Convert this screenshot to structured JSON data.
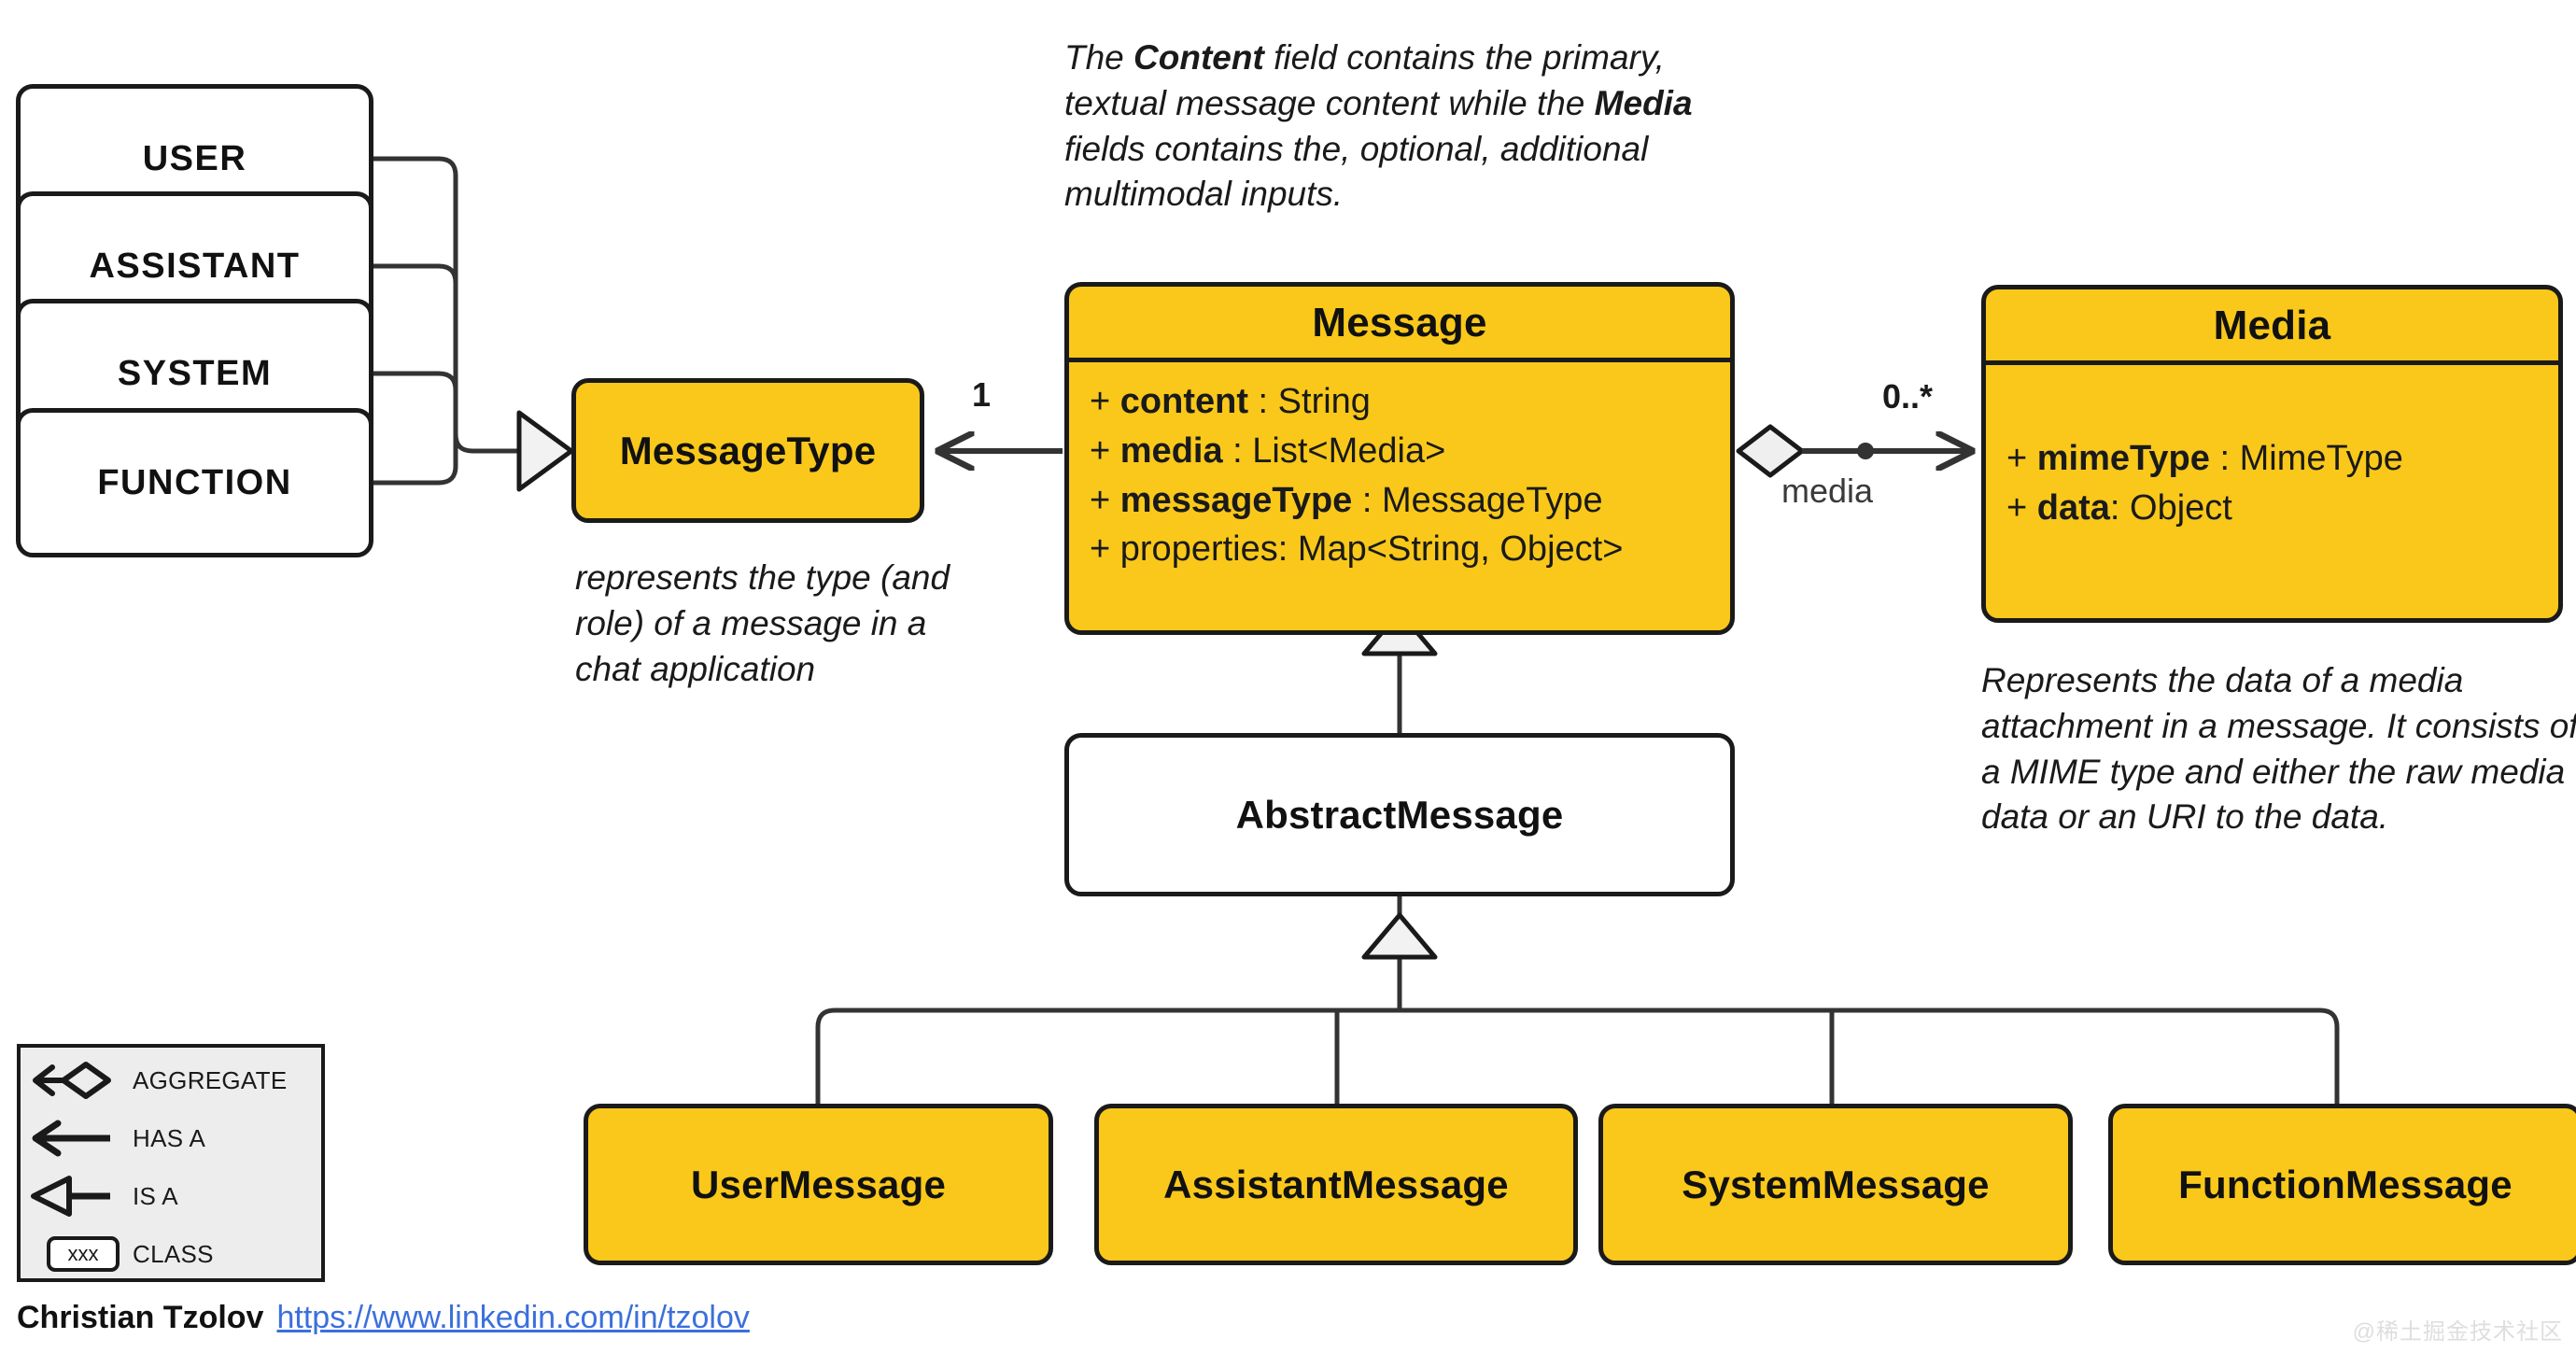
{
  "colors": {
    "accent": "#F9C81A",
    "outline": "#1a1a1a",
    "link": "#3b6fdc",
    "legend_bg": "#ededed",
    "watermark": "#dedede"
  },
  "enums": {
    "items": [
      {
        "label": "USER"
      },
      {
        "label": "ASSISTANT"
      },
      {
        "label": "SYSTEM"
      },
      {
        "label": "FUNCTION"
      }
    ]
  },
  "message_type": {
    "title": "MessageType",
    "note": "represents the type (and role) of a message in a chat application"
  },
  "message": {
    "title": "Message",
    "attributes": [
      {
        "visibility": "+",
        "name": "content",
        "sep": " : ",
        "type": "String",
        "bold_name": true
      },
      {
        "visibility": "+",
        "name": "media",
        "sep": " : ",
        "type": "List<Media>",
        "bold_name": true
      },
      {
        "visibility": "+",
        "name": "messageType",
        "sep": " : ",
        "type": "MessageType",
        "bold_name": true
      },
      {
        "visibility": "+",
        "name": "properties",
        "sep": ": ",
        "type": "Map<String, Object>",
        "bold_name": false
      }
    ],
    "note": {
      "parts": [
        {
          "text": "The ",
          "bold": false
        },
        {
          "text": "Content",
          "bold": true
        },
        {
          "text": " field contains the primary, textual message content while the ",
          "bold": false
        },
        {
          "text": "Media",
          "bold": true
        },
        {
          "text": " fields contains the, optional, additional multimodal inputs.",
          "bold": false
        }
      ]
    }
  },
  "media": {
    "title": "Media",
    "attributes": [
      {
        "visibility": "+",
        "name": "mimeType",
        "sep": " : ",
        "type": "MimeType",
        "bold_name": true
      },
      {
        "visibility": "+",
        "name": "data",
        "sep": ": ",
        "type": "Object",
        "bold_name": true
      }
    ],
    "note": "Represents the data of a media attachment in a message. It consists of a MIME type and either the raw media data or an URI to the data."
  },
  "abstract_message": {
    "title": "AbstractMessage"
  },
  "subclasses": [
    {
      "label": "UserMessage"
    },
    {
      "label": "AssistantMessage"
    },
    {
      "label": "SystemMessage"
    },
    {
      "label": "FunctionMessage"
    }
  ],
  "edge_labels": {
    "message_type_multiplicity": "1",
    "media_multiplicity": "0..*",
    "media_role": "media"
  },
  "legend": {
    "rows": [
      {
        "label": "AGGREGATE",
        "glyph": "aggregate-arrow-icon"
      },
      {
        "label": "HAS A",
        "glyph": "plain-arrow-icon"
      },
      {
        "label": "IS A",
        "glyph": "hollow-triangle-arrow-icon"
      },
      {
        "label": "CLASS",
        "glyph": "class-box-icon",
        "sample": "xxx"
      }
    ]
  },
  "footer": {
    "author": "Christian Tzolov",
    "link": "https://www.linkedin.com/in/tzolov"
  },
  "watermark": "@稀土掘金技术社区"
}
